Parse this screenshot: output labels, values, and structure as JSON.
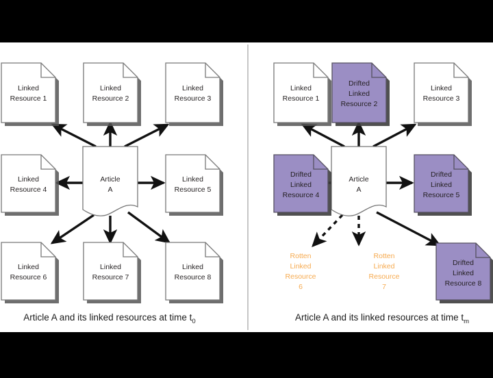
{
  "figure": {
    "background_color": "#000000",
    "panel_background": "#ffffff",
    "divider_color": "#b5b5b5",
    "colors": {
      "drifted_fill": "#9b8ec4",
      "normal_fill": "#ffffff",
      "stroke": "#6d6d6d",
      "shadow": "#4a4a4a",
      "rotten_text": "#f6aa4f",
      "arrow": "#111111",
      "text": "#231f20"
    }
  },
  "panels": [
    {
      "id": "left-panel",
      "caption": "Article A and its linked resources at time t",
      "caption_subscript": "0",
      "center_node": {
        "line1": "Article",
        "line2": "A",
        "fill": "#ffffff",
        "shape": "torn-bottom"
      },
      "nodes": [
        {
          "id": "lr1",
          "state": "normal",
          "lines": [
            "Linked",
            "Resource 1"
          ],
          "fill": "#ffffff",
          "arrow": "solid"
        },
        {
          "id": "lr2",
          "state": "normal",
          "lines": [
            "Linked",
            "Resource 2"
          ],
          "fill": "#ffffff",
          "arrow": "solid"
        },
        {
          "id": "lr3",
          "state": "normal",
          "lines": [
            "Linked",
            "Resource 3"
          ],
          "fill": "#ffffff",
          "arrow": "solid"
        },
        {
          "id": "lr4",
          "state": "normal",
          "lines": [
            "Linked",
            "Resource 4"
          ],
          "fill": "#ffffff",
          "arrow": "solid"
        },
        {
          "id": "lr5",
          "state": "normal",
          "lines": [
            "Linked",
            "Resource 5"
          ],
          "fill": "#ffffff",
          "arrow": "solid"
        },
        {
          "id": "lr6",
          "state": "normal",
          "lines": [
            "Linked",
            "Resource 6"
          ],
          "fill": "#ffffff",
          "arrow": "solid"
        },
        {
          "id": "lr7",
          "state": "normal",
          "lines": [
            "Linked",
            "Resource 7"
          ],
          "fill": "#ffffff",
          "arrow": "solid"
        },
        {
          "id": "lr8",
          "state": "normal",
          "lines": [
            "Linked",
            "Resource 8"
          ],
          "fill": "#ffffff",
          "arrow": "solid"
        }
      ]
    },
    {
      "id": "right-panel",
      "caption": "Article A and its linked resources at time t",
      "caption_subscript": "m",
      "center_node": {
        "line1": "Article",
        "line2": "A",
        "fill": "#ffffff",
        "shape": "torn-bottom"
      },
      "nodes": [
        {
          "id": "r1",
          "state": "normal",
          "lines": [
            "Linked",
            "Resource 1"
          ],
          "fill": "#ffffff",
          "arrow": "solid"
        },
        {
          "id": "r2",
          "state": "drifted",
          "lines": [
            "Drifted",
            "Linked",
            "Resource 2"
          ],
          "fill": "#9b8ec4",
          "arrow": "solid"
        },
        {
          "id": "r3",
          "state": "normal",
          "lines": [
            "Linked",
            "Resource 3"
          ],
          "fill": "#ffffff",
          "arrow": "solid"
        },
        {
          "id": "r4",
          "state": "drifted",
          "lines": [
            "Drifted",
            "Linked",
            "Resource 4"
          ],
          "fill": "#9b8ec4",
          "arrow": "solid"
        },
        {
          "id": "r5",
          "state": "drifted",
          "lines": [
            "Drifted",
            "Linked",
            "Resource 5"
          ],
          "fill": "#9b8ec4",
          "arrow": "solid"
        },
        {
          "id": "r6",
          "state": "rotten",
          "lines": [
            "Rotten",
            "Linked",
            "Resource",
            "6"
          ],
          "fill": null,
          "arrow": "dashed"
        },
        {
          "id": "r7",
          "state": "rotten",
          "lines": [
            "Rotten",
            "Linked",
            "Resource",
            "7"
          ],
          "fill": null,
          "arrow": "dashed"
        },
        {
          "id": "r8",
          "state": "drifted",
          "lines": [
            "Drifted",
            "Linked",
            "Resource 8"
          ],
          "fill": "#9b8ec4",
          "arrow": "solid"
        }
      ]
    }
  ]
}
